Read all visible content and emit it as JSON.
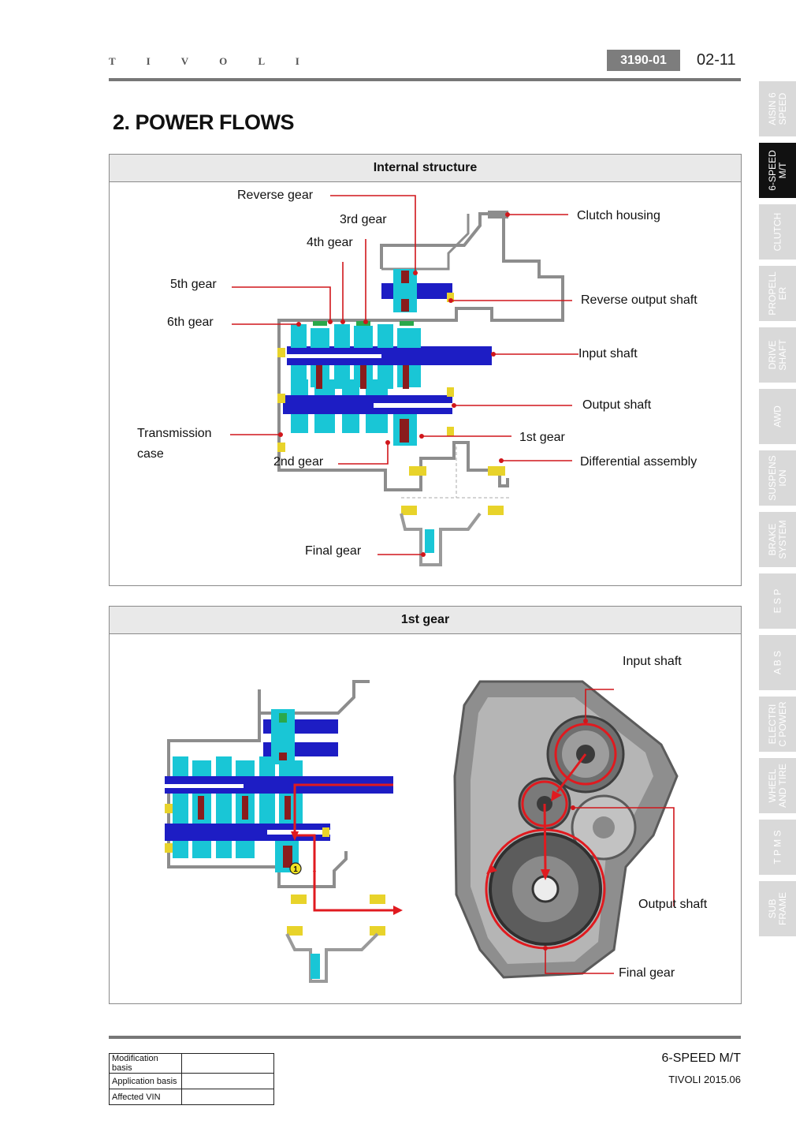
{
  "header": {
    "brand": "T I V O L I",
    "code": "3190-01",
    "page": "02-11"
  },
  "title": "2. POWER FLOWS",
  "panel1": {
    "heading": "Internal structure",
    "labels": {
      "reverse_gear": "Reverse gear",
      "gear3": "3rd gear",
      "gear4": "4th gear",
      "gear5": "5th gear",
      "gear6": "6th gear",
      "case_line1": "Transmission",
      "case_line2": "case",
      "gear2": "2nd gear",
      "final_gear": "Final gear",
      "clutch_housing": "Clutch housing",
      "reverse_output_shaft": "Reverse output shaft",
      "input_shaft": "Input shaft",
      "output_shaft": "Output shaft",
      "gear1": "1st gear",
      "differential": "Differential assembly"
    }
  },
  "panel2": {
    "heading": "1st gear",
    "marker": "1",
    "labels": {
      "input_shaft": "Input shaft",
      "output_shaft": "Output shaft",
      "final_gear": "Final gear"
    }
  },
  "sidebar": {
    "tabs": [
      {
        "label": "AISIN 6\nSPEED",
        "active": false
      },
      {
        "label": "6-SPEED\nM/T",
        "active": true
      },
      {
        "label": "CLUTCH",
        "active": false
      },
      {
        "label": "PROPELL\nER",
        "active": false
      },
      {
        "label": "DRIVE\nSHAFT",
        "active": false
      },
      {
        "label": "AWD",
        "active": false
      },
      {
        "label": "SUSPENS\nION",
        "active": false
      },
      {
        "label": "BRAKE\nSYSTEM",
        "active": false
      },
      {
        "label": "E S P",
        "active": false
      },
      {
        "label": "A B S",
        "active": false
      },
      {
        "label": "ELECTRI\nC POWER",
        "active": false
      },
      {
        "label": "WHEEL\nAND TIRE",
        "active": false
      },
      {
        "label": "T P M S",
        "active": false
      },
      {
        "label": "SUB\nFRAME",
        "active": false
      }
    ]
  },
  "footer": {
    "revision": [
      {
        "key": "Modification basis",
        "value": ""
      },
      {
        "key": "Application basis",
        "value": ""
      },
      {
        "key": "Affected VIN",
        "value": ""
      }
    ],
    "section": "6-SPEED M/T",
    "model": "TIVOLI 2015.06"
  },
  "colors": {
    "leader": "#d0161b",
    "shaft": "#1d1dc4",
    "gear": "#19c6d6",
    "bearing": "#e8d32a",
    "hub": "#8a1c1c",
    "housing": "#8d8d8d"
  }
}
